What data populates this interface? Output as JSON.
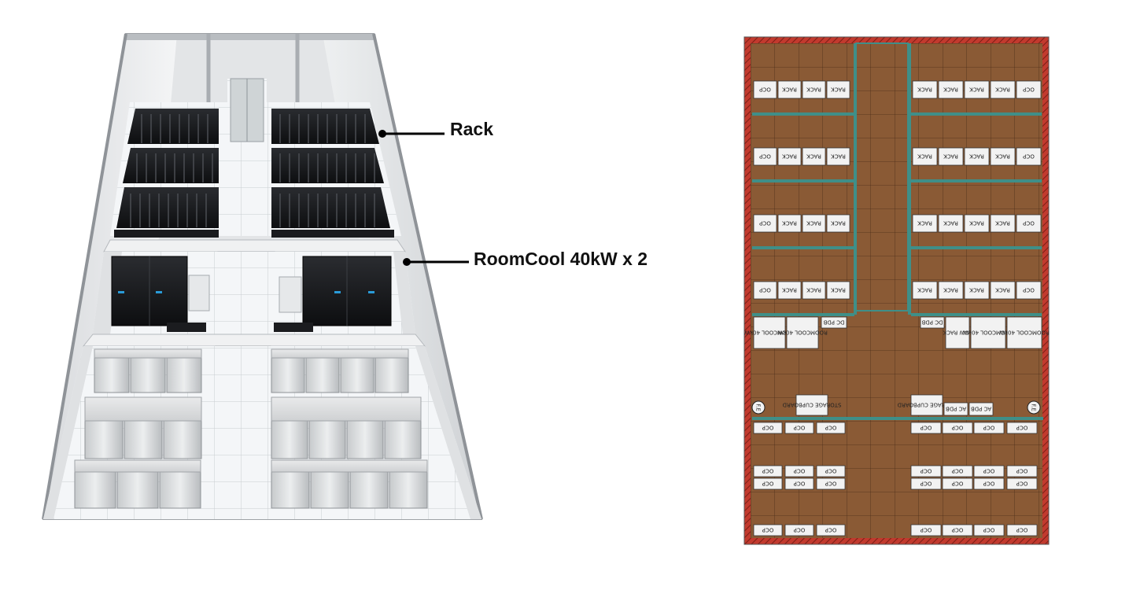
{
  "callouts": {
    "rack": "Rack",
    "roomcool": "RoomCool 40kW x 2"
  },
  "floorplan": {
    "top_left_cells": [
      "OCP",
      "RACK",
      "RACK",
      "RACK"
    ],
    "top_right_cells": [
      "RACK",
      "RACK",
      "RACK",
      "RACK",
      "OCP"
    ],
    "cooling_left": [
      "ROOMCOOL 40kW",
      "ROOMCOOL 40kW"
    ],
    "dc_pdb": "DC PDB",
    "low_rack": "LOW RACK",
    "cooling_right": [
      "ROOMCOOL 40kW",
      "ROOMCOOL 40kW"
    ],
    "storage": "STORAGE CUPBOARD",
    "ac_pdb": "AC PDB",
    "fire": "F.E",
    "bottom_cell": "OCP"
  },
  "colors": {
    "floor": "#8a5a35",
    "wall": "#b8322a",
    "rail": "#3f8f88",
    "grid": "#4a2c18",
    "cell": "#f2f2f2"
  }
}
